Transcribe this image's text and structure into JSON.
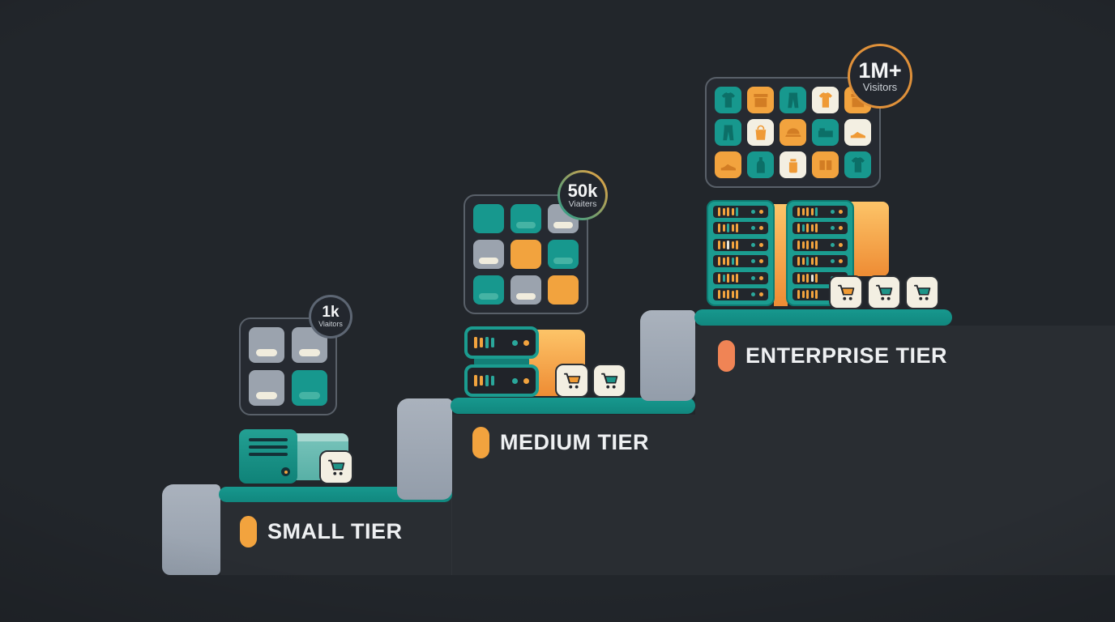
{
  "colors": {
    "bg": "#22262b",
    "teal": "#17988e",
    "tealLight": "#74c1b8",
    "orange": "#f2a33e",
    "orangeDeep": "#ee8c34",
    "coral": "#f08455",
    "cream": "#f3efe2",
    "gray": "#9ba3ae",
    "slabGray": "#a0a9b5",
    "cardBg": "#262a31",
    "serverDark": "#22262c",
    "textWhite": "#eef0f2",
    "ringGray": "#5d6673",
    "ringOrange": "#e0913a"
  },
  "tiers": [
    {
      "id": "small",
      "label": "SMALL TIER",
      "badge": {
        "value": "1k",
        "unit": "Viaitors"
      },
      "carts": [
        "teal"
      ],
      "grid": {
        "cols": 2,
        "tiles": [
          {
            "bg": "gray",
            "pill": "cream"
          },
          {
            "bg": "gray",
            "pill": "cream"
          },
          {
            "bg": "gray",
            "pill": "cream"
          },
          {
            "bg": "teal",
            "pill": "teal"
          }
        ]
      }
    },
    {
      "id": "medium",
      "label": "MEDIUM TIER",
      "badge": {
        "value": "50k",
        "unit": "Viaiters"
      },
      "carts": [
        "orange",
        "teal"
      ],
      "grid": {
        "cols": 3,
        "tiles": [
          {
            "bg": "teal",
            "pill": "none"
          },
          {
            "bg": "teal",
            "pill": "teal"
          },
          {
            "bg": "gray",
            "pill": "cream"
          },
          {
            "bg": "gray",
            "pill": "cream"
          },
          {
            "bg": "orange",
            "pill": "none"
          },
          {
            "bg": "teal",
            "pill": "teal"
          },
          {
            "bg": "teal",
            "pill": "teal"
          },
          {
            "bg": "gray",
            "pill": "cream"
          },
          {
            "bg": "orange",
            "pill": "none"
          }
        ]
      },
      "servers": {
        "units": [
          {
            "bars": [
              "o",
              "o",
              "t",
              "t"
            ],
            "dots": [
              "t",
              "o"
            ]
          },
          {
            "bars": [
              "o",
              "o",
              "t",
              "t"
            ],
            "dots": [
              "t",
              "o"
            ]
          }
        ]
      }
    },
    {
      "id": "enterprise",
      "label": "ENTERPRISE TIER",
      "badge": {
        "value": "1M+",
        "unit": "Visitors"
      },
      "carts": [
        "orange",
        "teal",
        "teal"
      ],
      "grid": {
        "cols": 5,
        "tiles": [
          {
            "bg": "teal",
            "glyph": "tshirt"
          },
          {
            "bg": "orange",
            "glyph": "box"
          },
          {
            "bg": "teal",
            "glyph": "pants"
          },
          {
            "bg": "cream",
            "glyph": "tshirt"
          },
          {
            "bg": "orange",
            "glyph": "box"
          },
          {
            "bg": "teal",
            "glyph": "pants"
          },
          {
            "bg": "cream",
            "glyph": "bag"
          },
          {
            "bg": "orange",
            "glyph": "cap"
          },
          {
            "bg": "teal",
            "glyph": "bed"
          },
          {
            "bg": "cream",
            "glyph": "shoe"
          },
          {
            "bg": "orange",
            "glyph": "shoe"
          },
          {
            "bg": "teal",
            "glyph": "bottle"
          },
          {
            "bg": "cream",
            "glyph": "jar"
          },
          {
            "bg": "orange",
            "glyph": "squares"
          },
          {
            "bg": "teal",
            "glyph": "tshirt"
          }
        ]
      },
      "racks": [
        {
          "units": [
            {
              "bars": [
                "o",
                "o",
                "o",
                "o",
                "t"
              ],
              "dots": [
                "t",
                "o"
              ]
            },
            {
              "bars": [
                "o",
                "o",
                "t",
                "o",
                "o"
              ],
              "dots": [
                "t",
                "o"
              ]
            },
            {
              "bars": [
                "o",
                "o",
                "w",
                "o",
                "o"
              ],
              "dots": [
                "t",
                "o"
              ]
            },
            {
              "bars": [
                "o",
                "o",
                "o",
                "t",
                "o"
              ],
              "dots": [
                "t",
                "o"
              ]
            },
            {
              "bars": [
                "o",
                "t",
                "o",
                "o",
                "o"
              ],
              "dots": [
                "t",
                "o"
              ]
            },
            {
              "bars": [
                "o",
                "o",
                "o",
                "o",
                "o"
              ],
              "dots": [
                "t",
                "o"
              ]
            }
          ]
        },
        {
          "units": [
            {
              "bars": [
                "o",
                "o",
                "o",
                "o",
                "t"
              ],
              "dots": [
                "t",
                "o"
              ]
            },
            {
              "bars": [
                "o",
                "t",
                "o",
                "o",
                "o"
              ],
              "dots": [
                "t",
                "o"
              ]
            },
            {
              "bars": [
                "o",
                "o",
                "o",
                "o",
                "o"
              ],
              "dots": [
                "t",
                "o"
              ]
            },
            {
              "bars": [
                "o",
                "o",
                "t",
                "o",
                "o"
              ],
              "dots": [
                "t",
                "o"
              ]
            },
            {
              "bars": [
                "o",
                "o",
                "o",
                "w",
                "o"
              ],
              "dots": [
                "t",
                "o"
              ]
            },
            {
              "bars": [
                "o",
                "o",
                "o",
                "o",
                "o"
              ],
              "dots": [
                "t",
                "o"
              ]
            }
          ]
        }
      ]
    }
  ]
}
